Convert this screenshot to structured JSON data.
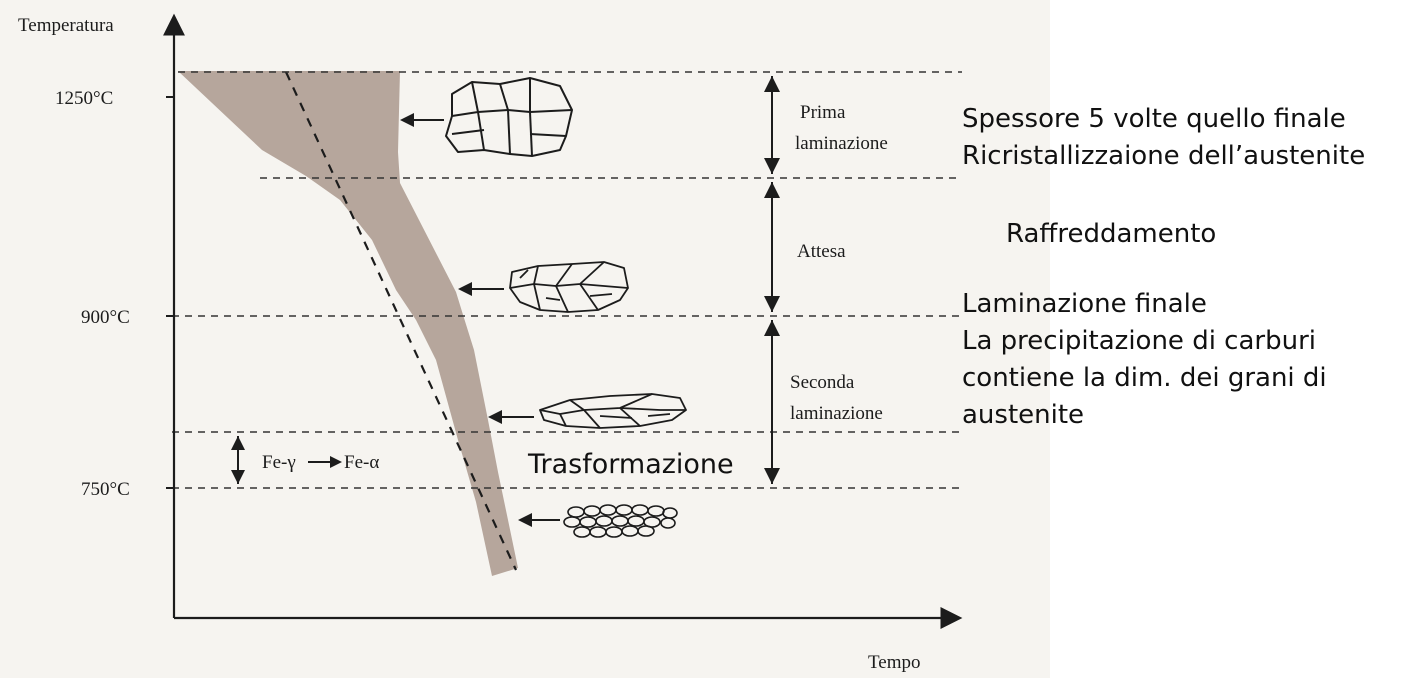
{
  "axes": {
    "y_label": "Temperatura",
    "x_label": "Tempo",
    "temperature_ticks": [
      "1250°C",
      "900°C",
      "750°C"
    ]
  },
  "stages": {
    "prima": [
      "Prima",
      "laminazione"
    ],
    "attesa": "Attesa",
    "seconda": [
      "Seconda",
      "laminazione"
    ]
  },
  "phase": {
    "gamma": "Fe-γ",
    "alpha": "Fe-α"
  },
  "notes": {
    "trasformazione": "Trasformazione",
    "prima_lines": [
      "Spessore 5 volte quello finale",
      "Ricristallizzaione dell’austenite"
    ],
    "raffreddamento": "Raffreddamento",
    "finale_lines": [
      "Laminazione finale",
      "La precipitazione di carburi",
      "contiene la dim. dei grani di",
      "austenite"
    ]
  },
  "colors": {
    "band": "#b6a69c",
    "ink": "#1c1c1c",
    "text": "#111111"
  }
}
